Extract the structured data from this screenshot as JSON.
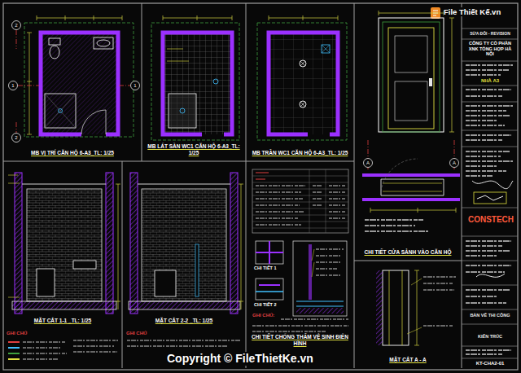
{
  "diagram": {
    "nodes": [
      {
        "text": [
          "MB VỊ TRÍ CĂN HỘ 6-A3_TL: 1/25"
        ]
      },
      {
        "text": [
          "MB LÁT SÀN WC1 CĂN HỘ 6-A3_TL: 1/25"
        ]
      },
      {
        "text": [
          "MB TRẦN WC1 CĂN HỘ 6-A3_TL: 1/25"
        ]
      },
      {
        "text": [
          "CHI TIẾT CỬA SẢNH VÀO CĂN HỘ"
        ]
      },
      {
        "text": [
          "MẶT CẮT 1-1 _TL: 1/25"
        ]
      },
      {
        "text": [
          "MẶT CẮT 2-2 _TL: 1/25"
        ]
      },
      {
        "text": [
          "CHI TIẾT CHỐNG THẤM VỆ SINH ĐIỂN HÌNH"
        ]
      },
      {
        "text": [
          "MẶT CẮT A - A"
        ]
      }
    ],
    "labels": [
      "SỬA ĐỔI - REVISION",
      "File Thiết Kế.vn",
      "CÔNG TY CỔ PHẦN XNK TỔNG HỢP HÀ NỘI",
      "NHÀ A3",
      "CONSTECH",
      "BẢN VẼ THI CÔNG",
      "KIẾN TRÚC",
      "KT-CHA2-01",
      "GHI CHÚ",
      "GHI CHÚ",
      "GHI CHÚ:",
      "CHI TIẾT 1",
      "CHI TIẾT 2",
      "Copyright © FileThietKe.vn",
      "1",
      "1",
      "2",
      "2",
      "A",
      "A"
    ]
  }
}
